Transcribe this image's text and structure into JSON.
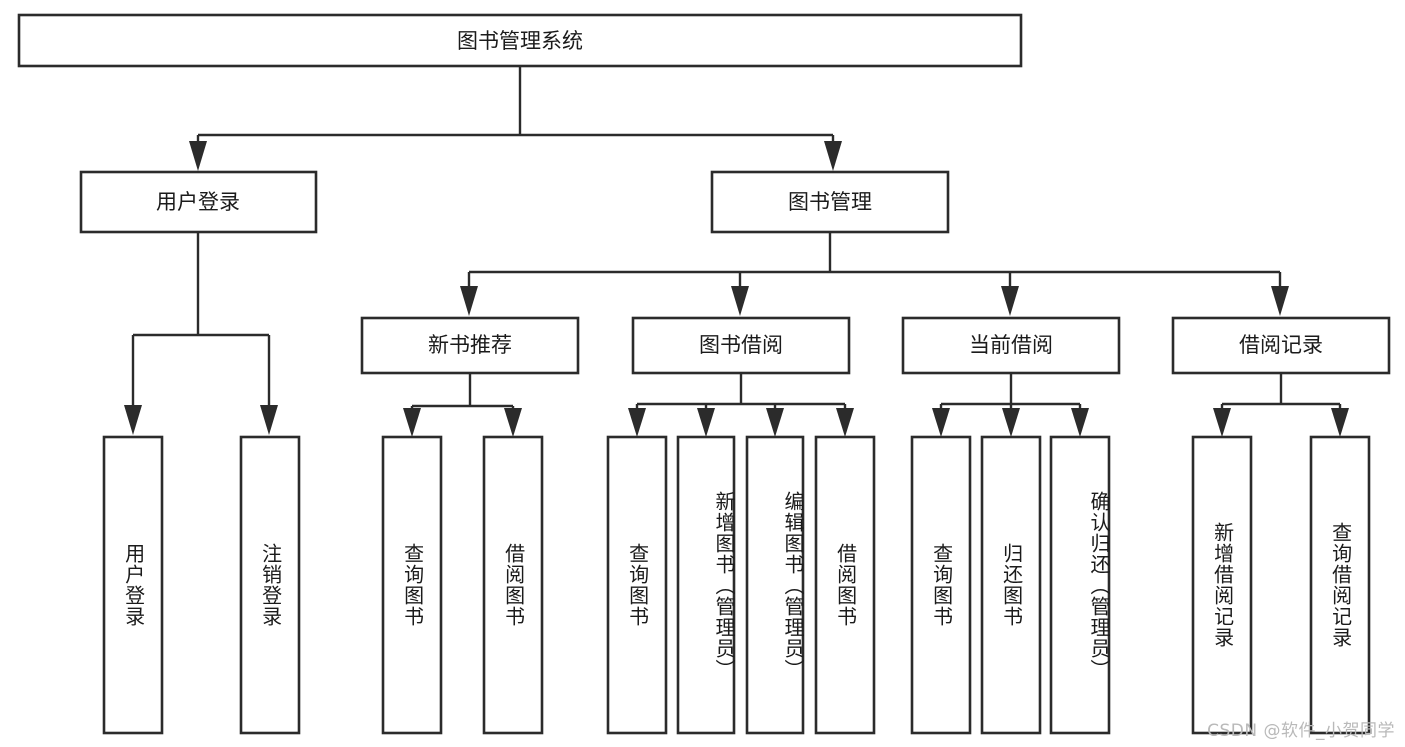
{
  "diagram": {
    "type": "tree-hierarchy-flowchart",
    "root": {
      "label": "图书管理系统",
      "orientation": "horizontal"
    },
    "level1": [
      {
        "label": "用户登录",
        "orientation": "horizontal"
      },
      {
        "label": "图书管理",
        "orientation": "horizontal"
      }
    ],
    "level2": [
      {
        "label": "新书推荐",
        "orientation": "horizontal"
      },
      {
        "label": "图书借阅",
        "orientation": "horizontal"
      },
      {
        "label": "当前借阅",
        "orientation": "horizontal"
      },
      {
        "label": "借阅记录",
        "orientation": "horizontal"
      }
    ],
    "leaves": {
      "user_login": [
        {
          "label": "用户登录",
          "orientation": "vertical"
        },
        {
          "label": "注销登录",
          "orientation": "vertical"
        }
      ],
      "new_book_recommend": [
        {
          "label": "查询图书",
          "orientation": "vertical"
        },
        {
          "label": "借阅图书",
          "orientation": "vertical"
        }
      ],
      "book_borrow": [
        {
          "label": "查询图书",
          "orientation": "vertical"
        },
        {
          "label": "新增图书（管理员）",
          "orientation": "vertical"
        },
        {
          "label": "编辑图书（管理员）",
          "orientation": "vertical"
        },
        {
          "label": "借阅图书",
          "orientation": "vertical"
        }
      ],
      "current_borrow": [
        {
          "label": "查询图书",
          "orientation": "vertical"
        },
        {
          "label": "归还图书",
          "orientation": "vertical"
        },
        {
          "label": "确认归还（管理员）",
          "orientation": "vertical"
        }
      ],
      "borrow_record": [
        {
          "label": "新增借阅记录",
          "orientation": "vertical"
        },
        {
          "label": "查询借阅记录",
          "orientation": "vertical"
        }
      ]
    },
    "colors": {
      "box_stroke": "#2b2b2b",
      "box_fill": "#ffffff",
      "connector": "#2b2b2b",
      "text": "#1b1b1b",
      "background": "#ffffff",
      "watermark": "#b9b9b9"
    }
  },
  "watermark": {
    "text": "CSDN @软件_小贺同学"
  }
}
